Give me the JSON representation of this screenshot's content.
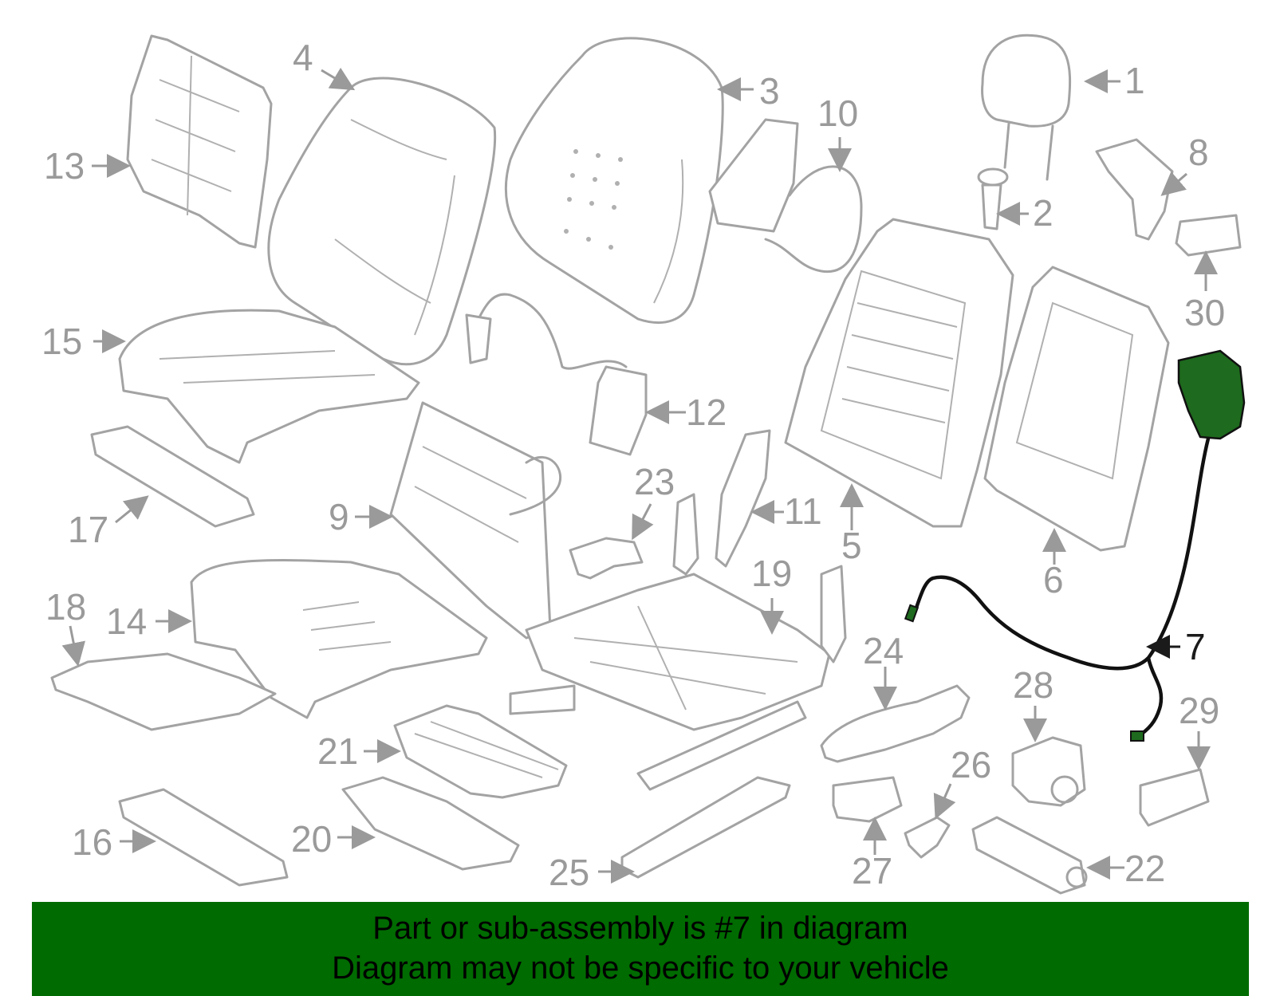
{
  "callouts": [
    "1",
    "2",
    "3",
    "4",
    "5",
    "6",
    "7",
    "8",
    "9",
    "10",
    "11",
    "12",
    "13",
    "14",
    "15",
    "16",
    "17",
    "18",
    "19",
    "20",
    "21",
    "22",
    "23",
    "24",
    "25",
    "26",
    "27",
    "28",
    "29",
    "30"
  ],
  "highlighted_part": "7",
  "colors": {
    "highlight": "#1e6a1e",
    "banner": "#006b00",
    "parts": "#a3a3a3"
  },
  "banner": {
    "line1": "Part or sub-assembly is #7 in diagram",
    "line2": "Diagram may not be specific to your vehicle"
  }
}
